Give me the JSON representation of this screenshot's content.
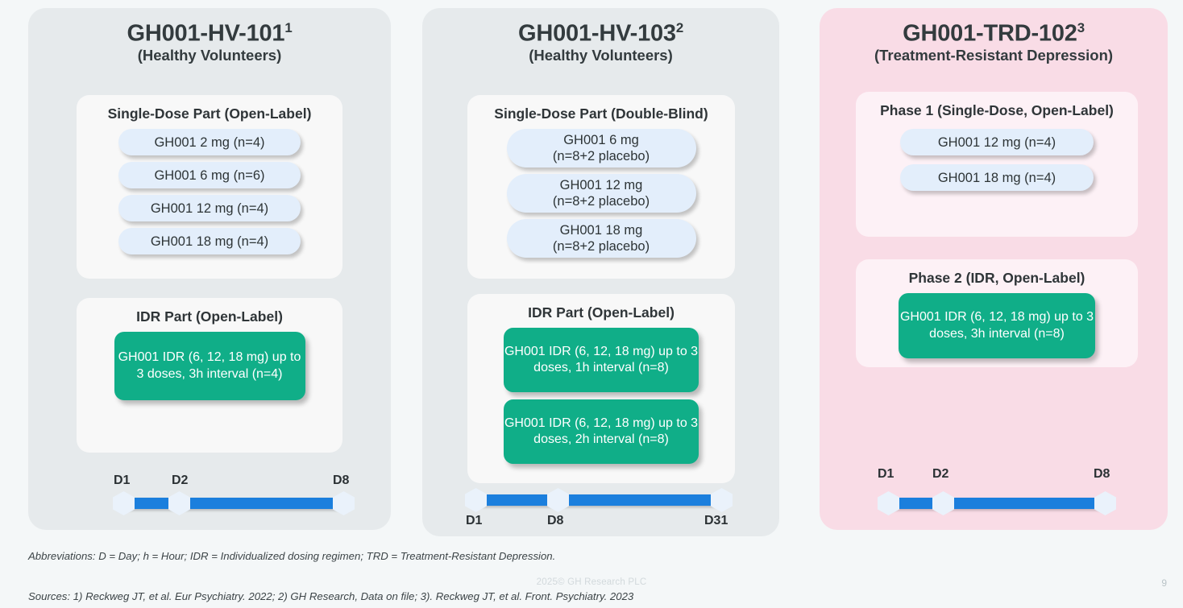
{
  "columns": [
    {
      "id": "gh001-hv-101",
      "title_main": "GH001-HV-101",
      "title_superscript": "1",
      "title_sub": "(Healthy Volunteers)",
      "theme": "grey",
      "panels": [
        {
          "id": "single-dose-open-label",
          "title": "Single-Dose Part (Open-Label)",
          "pills": [
            "GH001 2 mg (n=4)",
            "GH001 6 mg (n=6)",
            "GH001 12 mg (n=4)",
            "GH001 18 mg (n=4)"
          ],
          "green_boxes": []
        },
        {
          "id": "idr-open-label",
          "title": "IDR Part (Open-Label)",
          "pills": [],
          "green_boxes": [
            "GH001 IDR (6, 12, 18 mg)\nup to 3 doses, 3h interval\n(n=4)"
          ]
        }
      ],
      "timeline": {
        "label_position": "above",
        "nodes": [
          {
            "label": "D1",
            "pct": 0
          },
          {
            "label": "D2",
            "pct": 24
          },
          {
            "label": "D8",
            "pct": 100
          }
        ]
      }
    },
    {
      "id": "gh001-hv-103",
      "title_main": "GH001-HV-103",
      "title_superscript": "2",
      "title_sub": "(Healthy Volunteers)",
      "theme": "grey",
      "panels": [
        {
          "id": "single-dose-double-blind",
          "title": "Single-Dose Part (Double-Blind)",
          "pills": [
            "GH001 6 mg\n(n=8+2 placebo)",
            "GH001 12 mg\n(n=8+2 placebo)",
            "GH001 18 mg\n(n=8+2 placebo)"
          ],
          "green_boxes": []
        },
        {
          "id": "idr-open-label",
          "title": "IDR Part (Open-Label)",
          "pills": [],
          "green_boxes": [
            "GH001 IDR (6, 12, 18 mg)\nup to 3 doses, 1h interval\n(n=8)",
            "GH001 IDR (6, 12, 18 mg)\nup to 3 doses, 2h interval\n(n=8)"
          ]
        }
      ],
      "timeline": {
        "label_position": "below",
        "nodes": [
          {
            "label": "D1",
            "pct": 0
          },
          {
            "label": "D8",
            "pct": 32
          },
          {
            "label": "D31",
            "pct": 100
          }
        ]
      }
    },
    {
      "id": "gh001-trd-102",
      "title_main": "GH001-TRD-102",
      "title_superscript": "3",
      "title_sub": "(Treatment-Resistant Depression)",
      "theme": "pink",
      "panels": [
        {
          "id": "phase-1-single-dose",
          "title": "Phase 1 (Single-Dose, Open-Label)",
          "pills": [
            "GH001 12 mg (n=4)",
            "GH001 18 mg (n=4)"
          ],
          "green_boxes": []
        },
        {
          "id": "phase-2-idr",
          "title": "Phase 2 (IDR, Open-Label)",
          "pills": [],
          "green_boxes": [
            "GH001 IDR (6, 12, 18 mg)\nup to 3 doses, 3h interval\n(n=8)"
          ]
        }
      ],
      "timeline": {
        "label_position": "above",
        "nodes": [
          {
            "label": "D1",
            "pct": 0
          },
          {
            "label": "D2",
            "pct": 24
          },
          {
            "label": "D8",
            "pct": 100
          }
        ]
      }
    }
  ],
  "footer": {
    "abbreviations": "Abbreviations: D = Day; h = Hour; IDR = Individualized dosing regimen; TRD = Treatment-Resistant Depression.",
    "sources": "Sources: 1) Reckweg JT, et al. Eur Psychiatry. 2022; 2) GH Research, Data on file; 3). Reckweg JT, et al. Front. Psychiatry. 2023",
    "copyright": "2025© GH Research PLC",
    "page_number": "9"
  },
  "colors": {
    "page_background": "#f4f7f8",
    "column_grey": "#e6eaec",
    "column_pink": "#f9dce6",
    "panel_grey": "#f8f8f8",
    "panel_pink": "#fdf1f6",
    "pill_blue": "#e3eefb",
    "green": "#10ae88",
    "timeline_blue": "#1b7fdd",
    "node_fill": "#eaf2fb",
    "text_dark": "#2e3436"
  }
}
